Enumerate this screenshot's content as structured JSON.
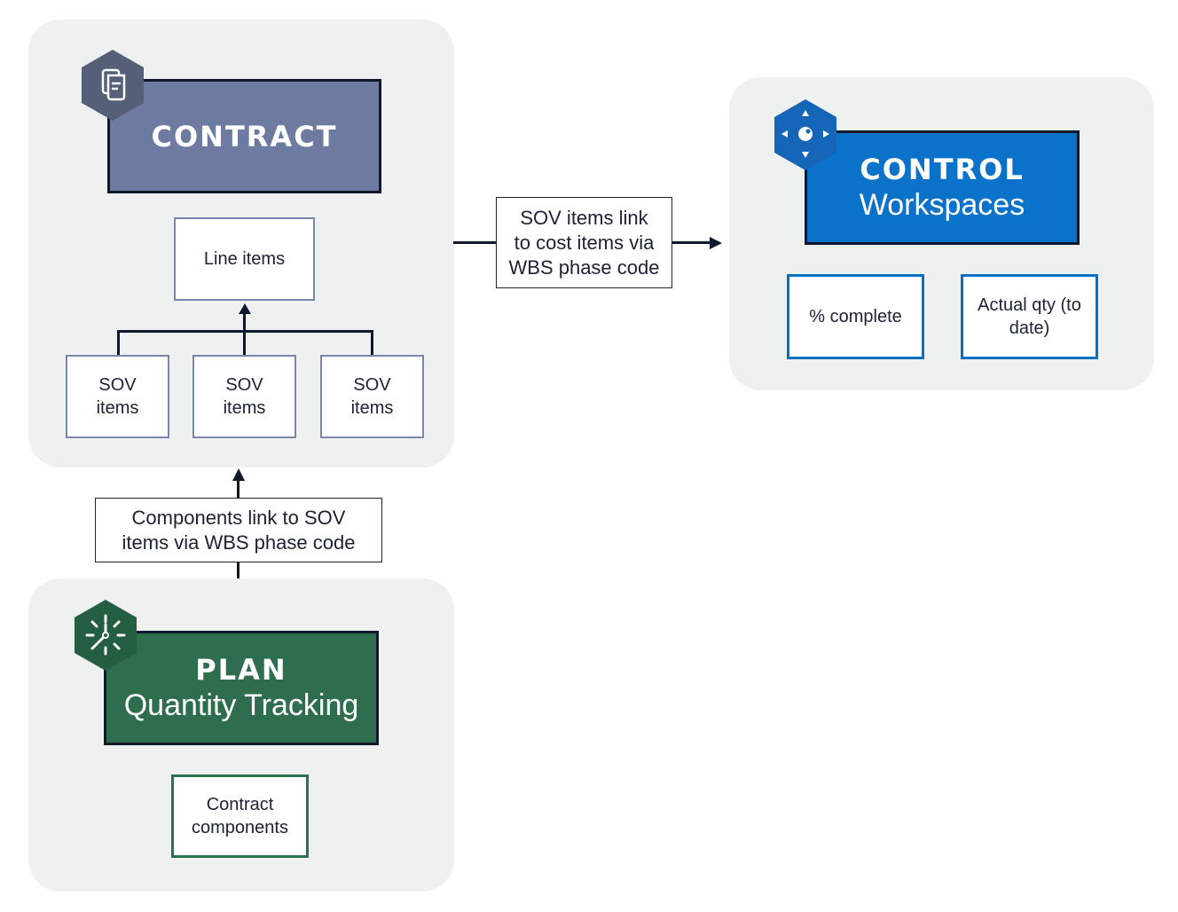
{
  "contract": {
    "title": "CONTRACT",
    "line_items": "Line items",
    "sov_items": [
      {
        "line1": "SOV",
        "line2": "items"
      },
      {
        "line1": "SOV",
        "line2": "items"
      },
      {
        "line1": "SOV",
        "line2": "items"
      }
    ],
    "icon": "document-icon"
  },
  "control": {
    "title": "CONTROL",
    "subtitle": "Workspaces",
    "percent_complete": "% complete",
    "actual_qty_line1": "Actual qty (to",
    "actual_qty_line2": "date)",
    "icon": "directional-pad-icon"
  },
  "plan": {
    "title": "PLAN",
    "subtitle": "Quantity Tracking",
    "components_line1": "Contract",
    "components_line2": "components",
    "icon": "sun-clock-icon"
  },
  "connectors": {
    "sov_to_cost": [
      "SOV items link",
      "to cost items via",
      "WBS phase code"
    ],
    "components_to_sov": [
      "Components link to SOV",
      "items via WBS phase code"
    ]
  },
  "colors": {
    "contract": "#6e7ba1",
    "control": "#0a72c8",
    "plan": "#2e6e4f",
    "panel": "#eff0f0"
  }
}
